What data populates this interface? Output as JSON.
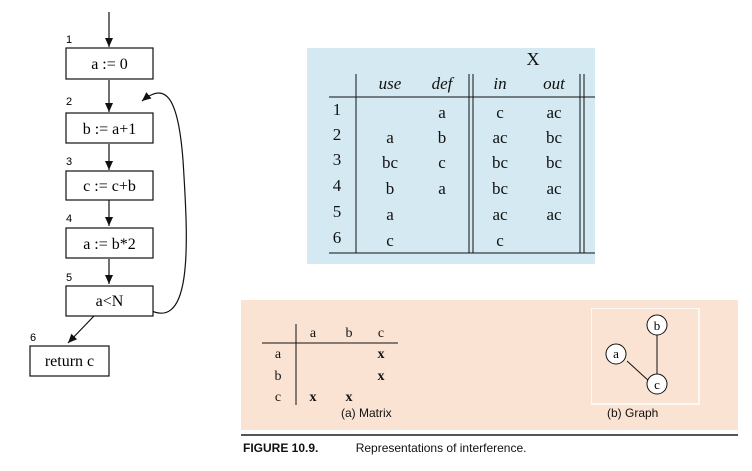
{
  "flowgraph": {
    "nodes": [
      {
        "num": "1",
        "label": "a := 0"
      },
      {
        "num": "2",
        "label": "b := a+1"
      },
      {
        "num": "3",
        "label": "c := c+b"
      },
      {
        "num": "4",
        "label": "a := b*2"
      },
      {
        "num": "5",
        "label": "a<N"
      },
      {
        "num": "6",
        "label": "return c"
      }
    ]
  },
  "liveness": {
    "x_label": "X",
    "headers": [
      "use",
      "def",
      "in",
      "out"
    ],
    "rows": [
      {
        "n": "1",
        "use": "",
        "def": "a",
        "in": "c",
        "out": "ac"
      },
      {
        "n": "2",
        "use": "a",
        "def": "b",
        "in": "ac",
        "out": "bc"
      },
      {
        "n": "3",
        "use": "bc",
        "def": "c",
        "in": "bc",
        "out": "bc"
      },
      {
        "n": "4",
        "use": "b",
        "def": "a",
        "in": "bc",
        "out": "ac"
      },
      {
        "n": "5",
        "use": "a",
        "def": "",
        "in": "ac",
        "out": "ac"
      },
      {
        "n": "6",
        "use": "c",
        "def": "",
        "in": "c",
        "out": ""
      }
    ]
  },
  "interference": {
    "matrix": {
      "columns": [
        "a",
        "b",
        "c"
      ],
      "rows": [
        {
          "label": "a",
          "cells": [
            "",
            "",
            "x"
          ]
        },
        {
          "label": "b",
          "cells": [
            "",
            "",
            "x"
          ]
        },
        {
          "label": "c",
          "cells": [
            "x",
            "x",
            ""
          ]
        }
      ],
      "caption": "(a) Matrix"
    },
    "graph": {
      "nodes": [
        "a",
        "b",
        "c"
      ],
      "caption": "(b) Graph"
    }
  },
  "figure": {
    "label": "FIGURE 10.9.",
    "caption": "Representations of interference."
  }
}
